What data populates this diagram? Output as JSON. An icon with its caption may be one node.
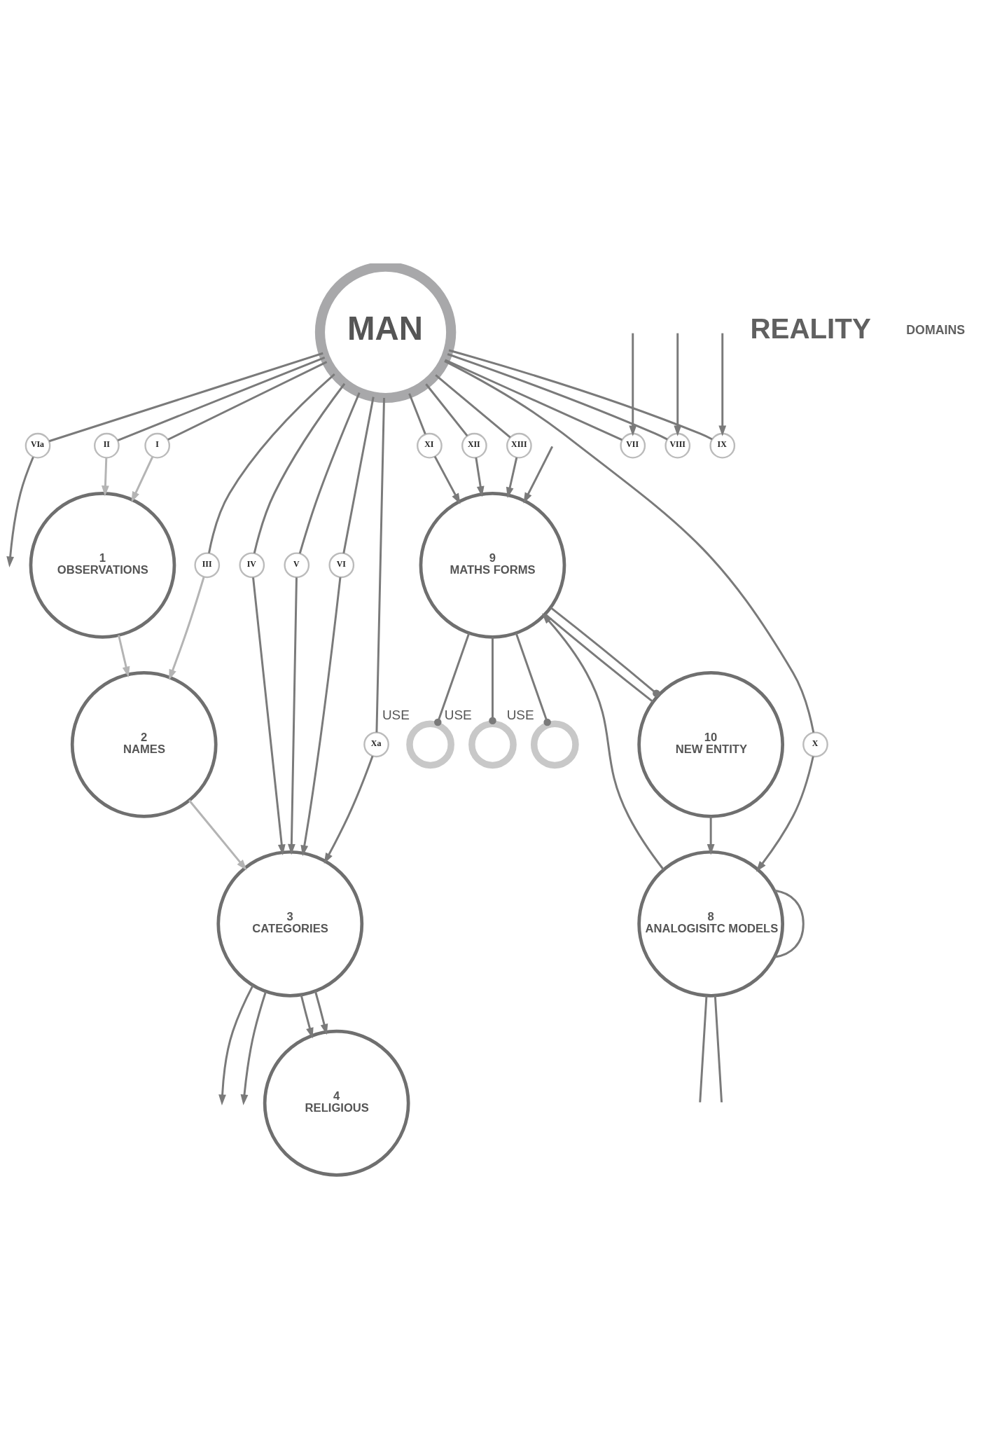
{
  "diagram": {
    "nodes": [
      {
        "text": [
          "4",
          "RELIGIOUS"
        ]
      },
      {
        "text": [
          "3",
          "CATEGORIES"
        ]
      },
      {
        "text": [
          "2",
          "NAMES"
        ]
      },
      {
        "text": [
          "1",
          "OBSERVATIONS"
        ]
      },
      {
        "text": [
          "MAN"
        ]
      },
      {
        "text": [
          "IV"
        ]
      },
      {
        "text": [
          "V"
        ]
      },
      {
        "text": [
          "VI"
        ]
      },
      {
        "text": [
          "Xa"
        ]
      },
      {
        "text": [
          "III"
        ]
      },
      {
        "text": [
          "VIa"
        ]
      },
      {
        "text": [
          "II"
        ]
      },
      {
        "text": [
          "VII"
        ]
      },
      {
        "text": [
          "VIII"
        ]
      },
      {
        "text": [
          "I"
        ]
      },
      {
        "text": [
          "IX"
        ]
      },
      {
        "text": [
          "XI"
        ]
      },
      {
        "text": [
          "XII"
        ]
      },
      {
        "text": [
          "XIII"
        ]
      },
      {
        "text": [
          "X"
        ]
      },
      {
        "text": [
          "9",
          "MATHS FORMS"
        ]
      },
      {
        "text": [
          "8",
          "ANALOGISITC MODELS"
        ]
      },
      {
        "text": [
          "10",
          "NEW ENTITY"
        ]
      },
      {
        "text": [],
        "shape": "circle",
        "beside": [
          "USE"
        ]
      },
      {
        "text": [],
        "shape": "circle",
        "beside": [
          "USE"
        ]
      },
      {
        "text": [],
        "shape": "circle",
        "beside": [
          "USE"
        ]
      }
    ],
    "edges": [
      {
        "from": 4,
        "to": 5,
        "arrow": "none"
      },
      {
        "from": 4,
        "to": 6,
        "arrow": "none"
      },
      {
        "from": 4,
        "to": 7,
        "arrow": "none"
      },
      {
        "from": 4,
        "to": 8,
        "arrow": "none"
      },
      {
        "from": 4,
        "to": 9,
        "arrow": "none"
      },
      {
        "from": 4,
        "to": 10,
        "arrow": "none"
      },
      {
        "from": 4,
        "to": 11,
        "arrow": "none"
      },
      {
        "from": 4,
        "to": 12,
        "arrow": "none"
      },
      {
        "from": 4,
        "to": 13,
        "arrow": "none"
      },
      {
        "from": 4,
        "to": 14,
        "arrow": "none"
      },
      {
        "from": 4,
        "to": 15,
        "arrow": "none"
      },
      {
        "from": 4,
        "to": 16,
        "arrow": "none"
      },
      {
        "from": 4,
        "to": 17,
        "arrow": "none"
      },
      {
        "from": 4,
        "to": 18,
        "arrow": "none"
      },
      {
        "from": 4,
        "to": 19,
        "arrow": "none"
      },
      {
        "from": 5,
        "to": 1,
        "arrow": "to"
      },
      {
        "from": 6,
        "to": 1,
        "arrow": "to"
      },
      {
        "from": 7,
        "to": 1,
        "arrow": "to"
      },
      {
        "from": 8,
        "to": 1,
        "arrow": "to"
      },
      {
        "from": 9,
        "to": 2,
        "arrow": "to",
        "color": "#b4b4b4"
      },
      {
        "from": 2,
        "to": 1,
        "arrow": "to",
        "color": "#b4b4b4"
      },
      {
        "from": 11,
        "to": 3,
        "arrow": "to",
        "color": "#b4b4b4"
      },
      {
        "from": 3,
        "to": 2,
        "arrow": "to",
        "color": "#b4b4b4"
      },
      {
        "from": 14,
        "to": 3,
        "arrow": "to",
        "color": "#b4b4b4"
      },
      {
        "from": 1,
        "to": 0,
        "arrow": "to"
      },
      {
        "from": 1,
        "to": 0,
        "arrow": "to"
      },
      {
        "from": 1,
        "to": null,
        "arrow": "to"
      },
      {
        "from": 1,
        "to": null,
        "arrow": "to"
      },
      {
        "from": 10,
        "to": null,
        "arrow": "to"
      },
      {
        "from": null,
        "to": 12,
        "arrow": "to"
      },
      {
        "from": null,
        "to": 13,
        "arrow": "to"
      },
      {
        "from": null,
        "to": 15,
        "arrow": "to"
      },
      {
        "from": 19,
        "to": 21,
        "arrow": "to"
      },
      {
        "from": 16,
        "to": 20,
        "arrow": "to"
      },
      {
        "from": 17,
        "to": 20,
        "arrow": "to"
      },
      {
        "from": 18,
        "to": 20,
        "arrow": "to"
      },
      {
        "from": null,
        "to": 20,
        "arrow": "to"
      },
      {
        "from": 21,
        "to": 20,
        "arrow": "to"
      },
      {
        "from": 22,
        "to": 21,
        "arrow": "to"
      },
      {
        "from": 20,
        "to": 22,
        "arrow": "none"
      },
      {
        "from": 20,
        "to": 22,
        "arrow": "other"
      },
      {
        "from": 20,
        "to": 23,
        "arrow": "other"
      },
      {
        "from": 20,
        "to": 24,
        "arrow": "other"
      },
      {
        "from": 20,
        "to": 25,
        "arrow": "other"
      },
      {
        "from": 21,
        "to": 21,
        "arrow": "none"
      },
      {
        "from": 21,
        "to": null,
        "arrow": "none"
      },
      {
        "from": 21,
        "to": null,
        "arrow": "none"
      }
    ],
    "labels": [
      "REALITY",
      "DOMAINS"
    ]
  }
}
